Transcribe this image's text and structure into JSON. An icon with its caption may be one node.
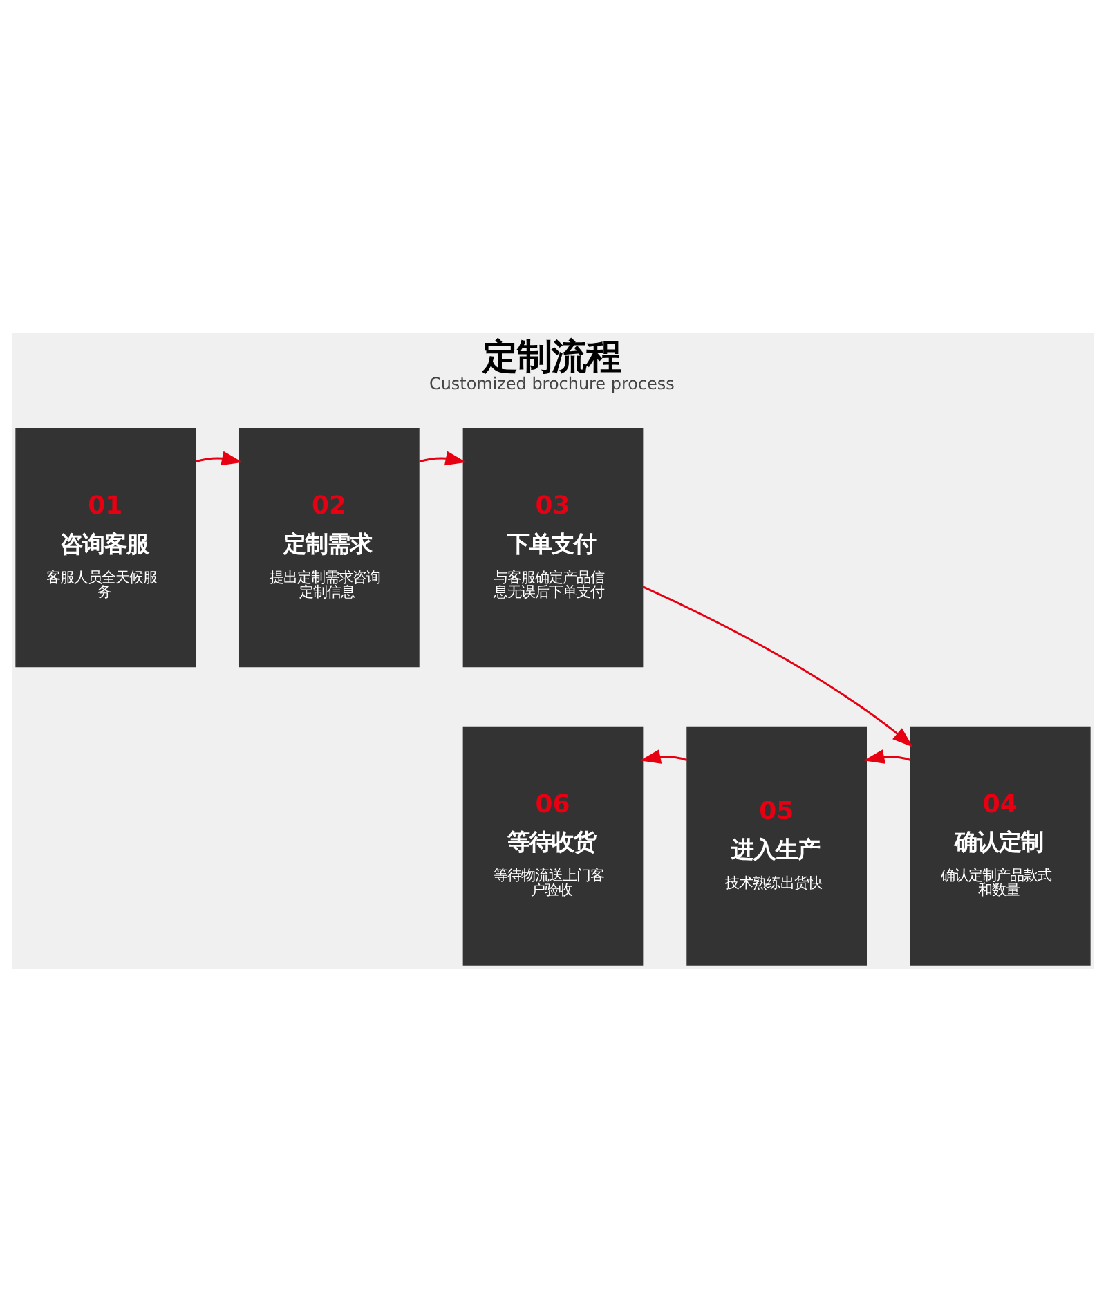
{
  "diagram": {
    "title": "定制流程",
    "caption": "Customized brochure process",
    "nodes": [
      {
        "text": [
          "01",
          "咨询客服",
          "客服人员全天候服务"
        ]
      },
      {
        "text": [
          "02",
          "定制需求",
          "提出定制需求咨询定制信息"
        ]
      },
      {
        "text": [
          "03",
          "下单支付",
          "与客服确定产品信息无误后下单支付"
        ]
      },
      {
        "text": [
          "04",
          "确认定制",
          "确认定制产品款式和数量"
        ]
      },
      {
        "text": [
          "05",
          "进入生产",
          "技术熟练出货快"
        ]
      },
      {
        "text": [
          "06",
          "等待收货",
          "等待物流送上门客户验收"
        ]
      }
    ],
    "edges": [
      {
        "from": 0,
        "to": 1,
        "arrow": "to"
      },
      {
        "from": 1,
        "to": 2,
        "arrow": "to"
      },
      {
        "from": 2,
        "to": 3,
        "arrow": "to"
      },
      {
        "from": 3,
        "to": 4,
        "arrow": "to"
      },
      {
        "from": 4,
        "to": 5,
        "arrow": "to"
      }
    ]
  }
}
